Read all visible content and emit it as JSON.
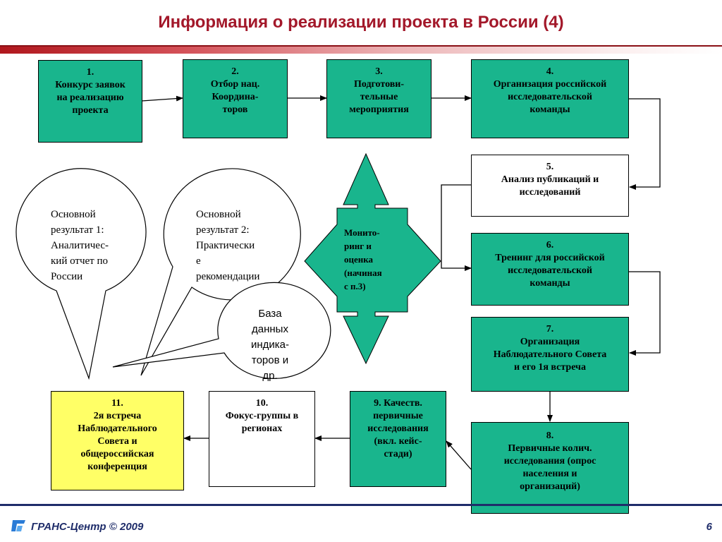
{
  "title": "Информация о реализации проекта в России (4)",
  "boxes": {
    "b1": {
      "l1": "1.",
      "l2": "Конкурс заявок",
      "l3": "на реализацию",
      "l4": "проекта"
    },
    "b2": {
      "l1": "2.",
      "l2": "Отбор нац.",
      "l3": "Координа-",
      "l4": "торов"
    },
    "b3": {
      "l1": "3.",
      "l2": "Подготови-",
      "l3": "тельные",
      "l4": "мероприятия"
    },
    "b4": {
      "l1": "4.",
      "l2": "Организация российской",
      "l3": "исследовательской",
      "l4": "команды"
    },
    "b5": {
      "l1": "5.",
      "l2": "Анализ публикаций и",
      "l3": "исследований"
    },
    "b6": {
      "l1": "6.",
      "l2": "Тренинг для российской",
      "l3": "исследовательской",
      "l4": "команды"
    },
    "b7": {
      "l1": "7.",
      "l2": "Организация",
      "l3": "Наблюдательного Совета",
      "l4": "и его 1я встреча"
    },
    "b8": {
      "l1": "8.",
      "l2": "Первичные колич.",
      "l3": "исследования (опрос",
      "l4": "населения и",
      "l5": "организаций)"
    },
    "b9": {
      "l1": "9. Качеств.",
      "l2": "первичные",
      "l3": "исследования",
      "l4": "(вкл. кейс-",
      "l5": "стади)"
    },
    "b10": {
      "l1": "10.",
      "l2": "Фокус-группы в",
      "l3": "регионах"
    },
    "b11": {
      "l1": "11.",
      "l2": "2я встреча",
      "l3": "Наблюдательного",
      "l4": "Совета и",
      "l5": "общероссийская",
      "l6": "конференция"
    }
  },
  "bubbles": {
    "result1": {
      "l1": "Основной",
      "l2": "результат 1:",
      "l3": "Аналитичес-",
      "l4": "кий отчет по",
      "l5": "России"
    },
    "result2": {
      "l1": "Основной",
      "l2": "результат 2:",
      "l3": "Практически",
      "l4": "е",
      "l5": "рекомендации"
    },
    "database": {
      "l1": "База",
      "l2": "данных",
      "l3": "индика-",
      "l4": "торов и",
      "l5": "др."
    }
  },
  "monitoring": {
    "l1": "Монито-",
    "l2": "ринг и",
    "l3": "оценка",
    "l4": "(начиная",
    "l5": "с п.3)"
  },
  "footer": {
    "org": "ГРАНС-Центр © 2009",
    "page": "6"
  },
  "colors": {
    "box_green": "#19b58d",
    "highlight_yellow": "#ffff66",
    "title_red": "#a3182a",
    "footer_blue": "#1f2d6a"
  }
}
